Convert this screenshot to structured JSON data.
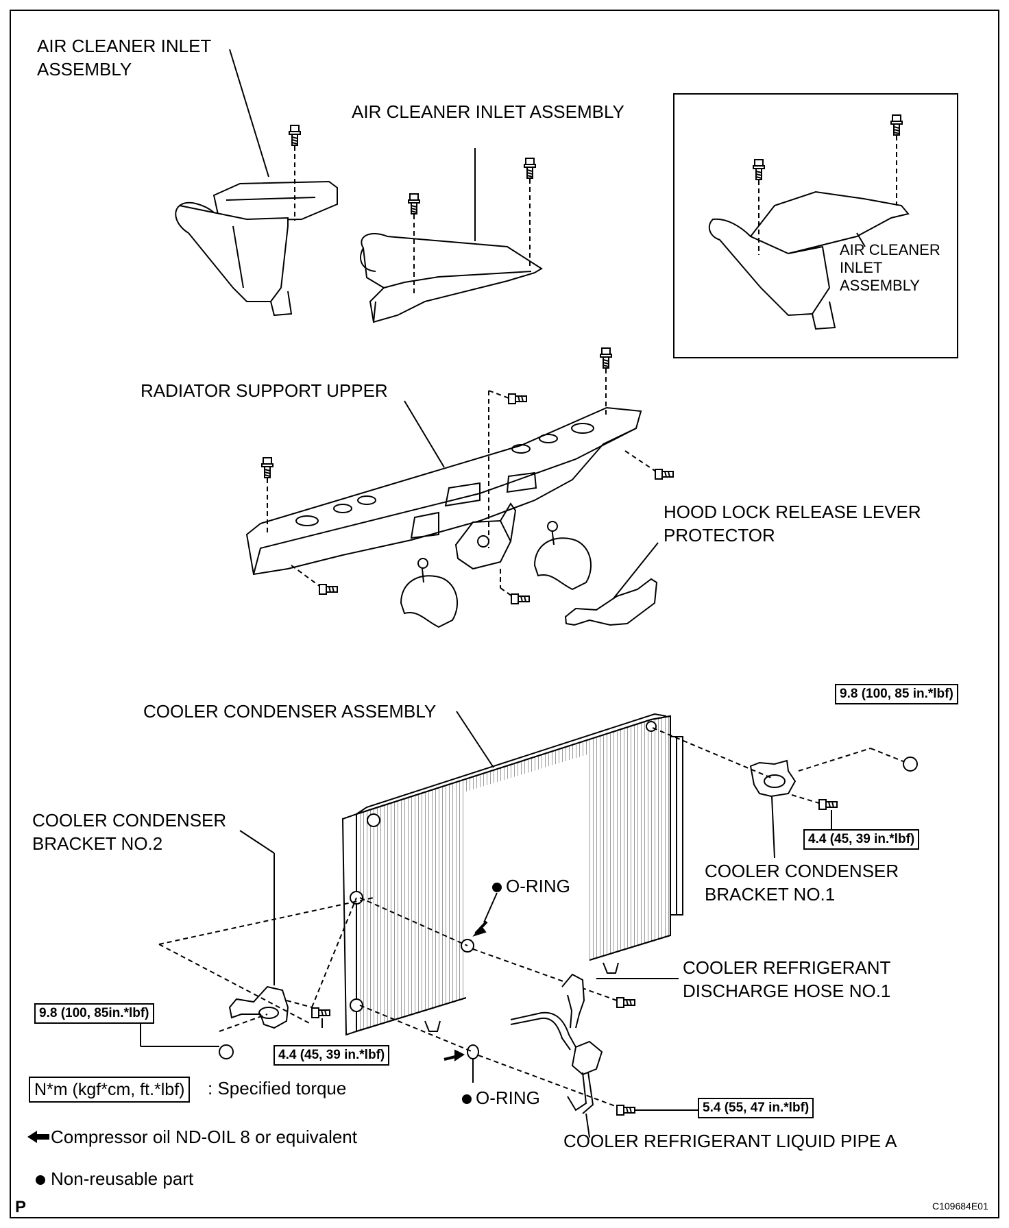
{
  "labels": {
    "air_cleaner_left": "AIR CLEANER INLET\nASSEMBLY",
    "air_cleaner_center": "AIR CLEANER INLET ASSEMBLY",
    "air_cleaner_inset": "AIR CLEANER\nINLET\nASSEMBLY",
    "radiator_support": "RADIATOR SUPPORT UPPER",
    "hood_lock": "HOOD LOCK RELEASE LEVER\nPROTECTOR",
    "cooler_condenser_assy": "COOLER CONDENSER ASSEMBLY",
    "bracket_no2": "COOLER CONDENSER\nBRACKET NO.2",
    "bracket_no1": "COOLER CONDENSER\nBRACKET NO.1",
    "oring_upper": "O-RING",
    "oring_lower": "O-RING",
    "discharge_hose": "COOLER REFRIGERANT\nDISCHARGE HOSE NO.1",
    "liquid_pipe": "COOLER REFRIGERANT LIQUID PIPE A"
  },
  "torques": {
    "top_right": "9.8 (100, 85 in.*lbf)",
    "bracket1_bolt": "4.4 (45, 39 in.*lbf)",
    "left_nut": "9.8 (100, 85in.*lbf)",
    "bracket2_bolt": "4.4 (45, 39 in.*lbf)",
    "pipe_bolt": "5.4 (55, 47 in.*lbf)"
  },
  "legend": {
    "torque_unit": "N*m (kgf*cm, ft.*lbf)",
    "torque_text": ": Specified torque",
    "oil_text": "Compressor oil ND-OIL 8 or equivalent",
    "nonreusable_text": "Non-reusable part"
  },
  "footer": {
    "corner_letter": "P",
    "figure_id": "C109684E01"
  },
  "icons": [
    "arrow-left-icon",
    "bullet-dot-icon"
  ]
}
